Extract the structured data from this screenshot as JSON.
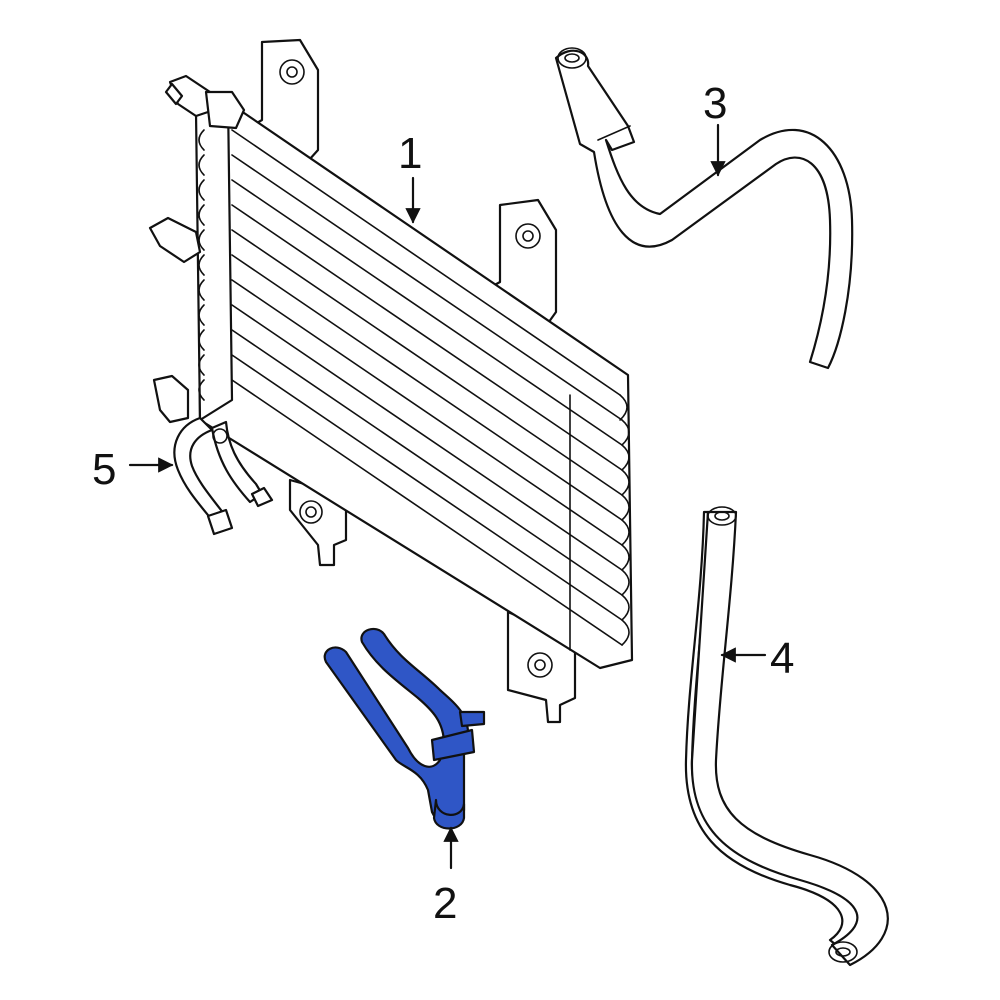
{
  "highlight_color": "#2f56c6",
  "outline_color": "#111111",
  "callouts": [
    {
      "id": "1",
      "label": "1"
    },
    {
      "id": "2",
      "label": "2"
    },
    {
      "id": "3",
      "label": "3"
    },
    {
      "id": "4",
      "label": "4"
    },
    {
      "id": "5",
      "label": "5"
    }
  ]
}
